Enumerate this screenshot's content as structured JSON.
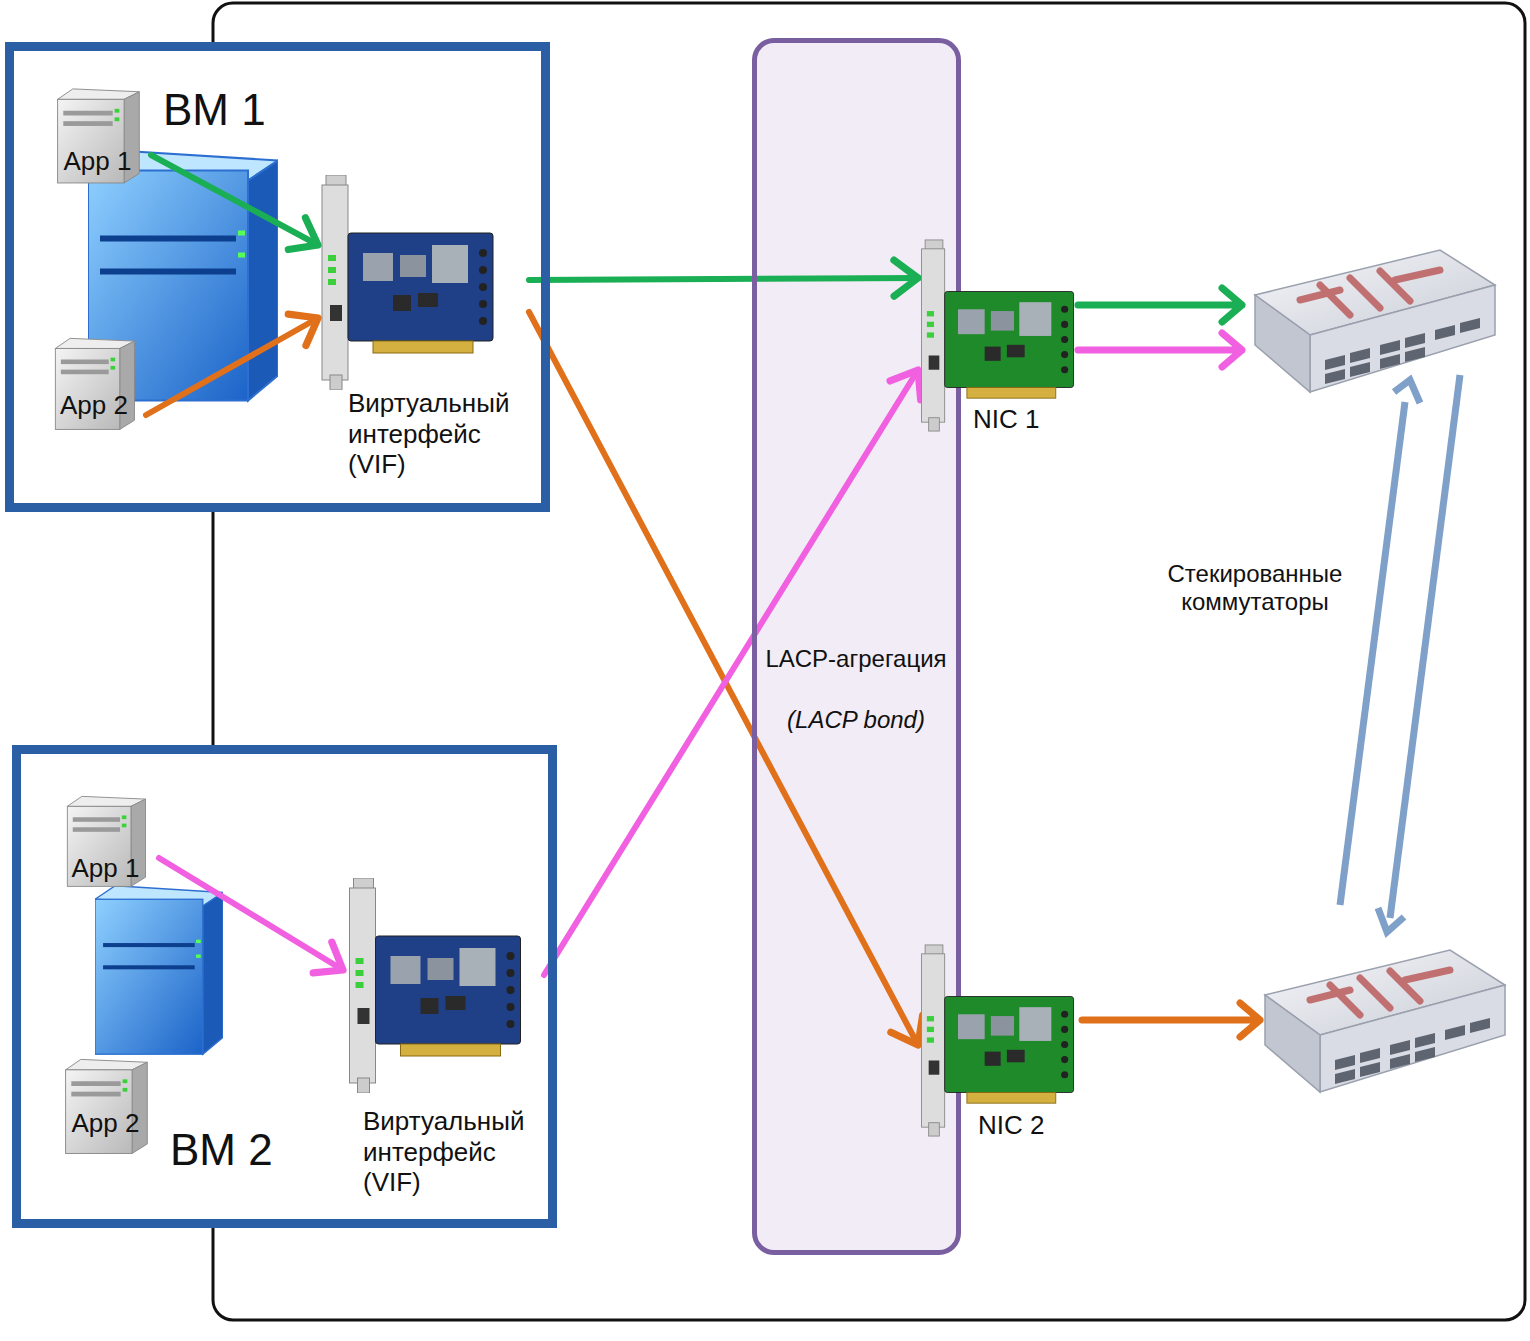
{
  "diagram": {
    "nodes": [
      {
        "text": [
          "ВМ 1"
        ]
      },
      {
        "text": [
          "App 1"
        ],
        "in": 0
      },
      {
        "text": [
          "App 2"
        ],
        "in": 0
      },
      {
        "text": [
          "Виртуальный интерфейс (VIF)"
        ],
        "in": 0
      },
      {
        "text": [
          "LACP-агрегация",
          "(LACP bond)"
        ]
      },
      {
        "text": [
          "NIC 1"
        ]
      },
      {
        "text": [
          "NIC 2"
        ]
      },
      {
        "text": [
          "ВМ 2"
        ]
      },
      {
        "text": [
          "App 1"
        ],
        "in": 7
      },
      {
        "text": [
          "App 2"
        ],
        "in": 7
      },
      {
        "text": [
          "Виртуальный интерфейс (VIF)"
        ],
        "in": 7
      }
    ],
    "edges": [
      {
        "from": 1,
        "to": 3,
        "arrow": "to"
      },
      {
        "from": 2,
        "to": 3,
        "arrow": "to"
      },
      {
        "from": 3,
        "to": 5,
        "arrow": "to"
      },
      {
        "from": 3,
        "to": 6,
        "arrow": "to"
      },
      {
        "from": 8,
        "to": 10,
        "arrow": "to"
      },
      {
        "from": 10,
        "to": 5,
        "arrow": "to"
      }
    ],
    "labels": [
      "Стекированные коммутаторы"
    ]
  }
}
